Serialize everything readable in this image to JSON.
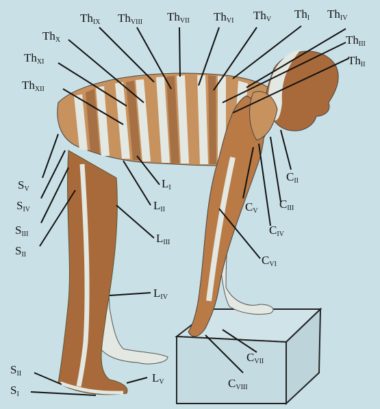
{
  "labels": {
    "th9": {
      "main": "Th",
      "sub": "IX"
    },
    "th8": {
      "main": "Th",
      "sub": "VIII"
    },
    "th7": {
      "main": "Th",
      "sub": "VII"
    },
    "th6": {
      "main": "Th",
      "sub": "VI"
    },
    "th5": {
      "main": "Th",
      "sub": "V"
    },
    "th1": {
      "main": "Th",
      "sub": "I"
    },
    "th4": {
      "main": "Th",
      "sub": "IV"
    },
    "th3": {
      "main": "Th",
      "sub": "III"
    },
    "th2": {
      "main": "Th",
      "sub": "II"
    },
    "th10": {
      "main": "Th",
      "sub": "X"
    },
    "th11": {
      "main": "Th",
      "sub": "XI"
    },
    "th12": {
      "main": "Th",
      "sub": "XII"
    },
    "l1": {
      "main": "L",
      "sub": "I"
    },
    "l2": {
      "main": "L",
      "sub": "II"
    },
    "l3": {
      "main": "L",
      "sub": "III"
    },
    "l4": {
      "main": "L",
      "sub": "IV"
    },
    "l5": {
      "main": "L",
      "sub": "V"
    },
    "s5": {
      "main": "S",
      "sub": "V"
    },
    "s4": {
      "main": "S",
      "sub": "IV"
    },
    "s3": {
      "main": "S",
      "sub": "III"
    },
    "s2": {
      "main": "S",
      "sub": "II"
    },
    "s2b": {
      "main": "S",
      "sub": "II"
    },
    "s1": {
      "main": "S",
      "sub": "I"
    },
    "c2": {
      "main": "C",
      "sub": "II"
    },
    "c3": {
      "main": "C",
      "sub": "III"
    },
    "c4": {
      "main": "C",
      "sub": "IV"
    },
    "c5": {
      "main": "C",
      "sub": "V"
    },
    "c6": {
      "main": "C",
      "sub": "VI"
    },
    "c7": {
      "main": "C",
      "sub": "VII"
    },
    "c8": {
      "main": "C",
      "sub": "VIII"
    }
  },
  "colors": {
    "background": "#c9e0e6",
    "skin_dark": "#a86a3a",
    "skin_light": "#e3e8e2",
    "skin_mid": "#c8925e",
    "line": "#111111"
  }
}
